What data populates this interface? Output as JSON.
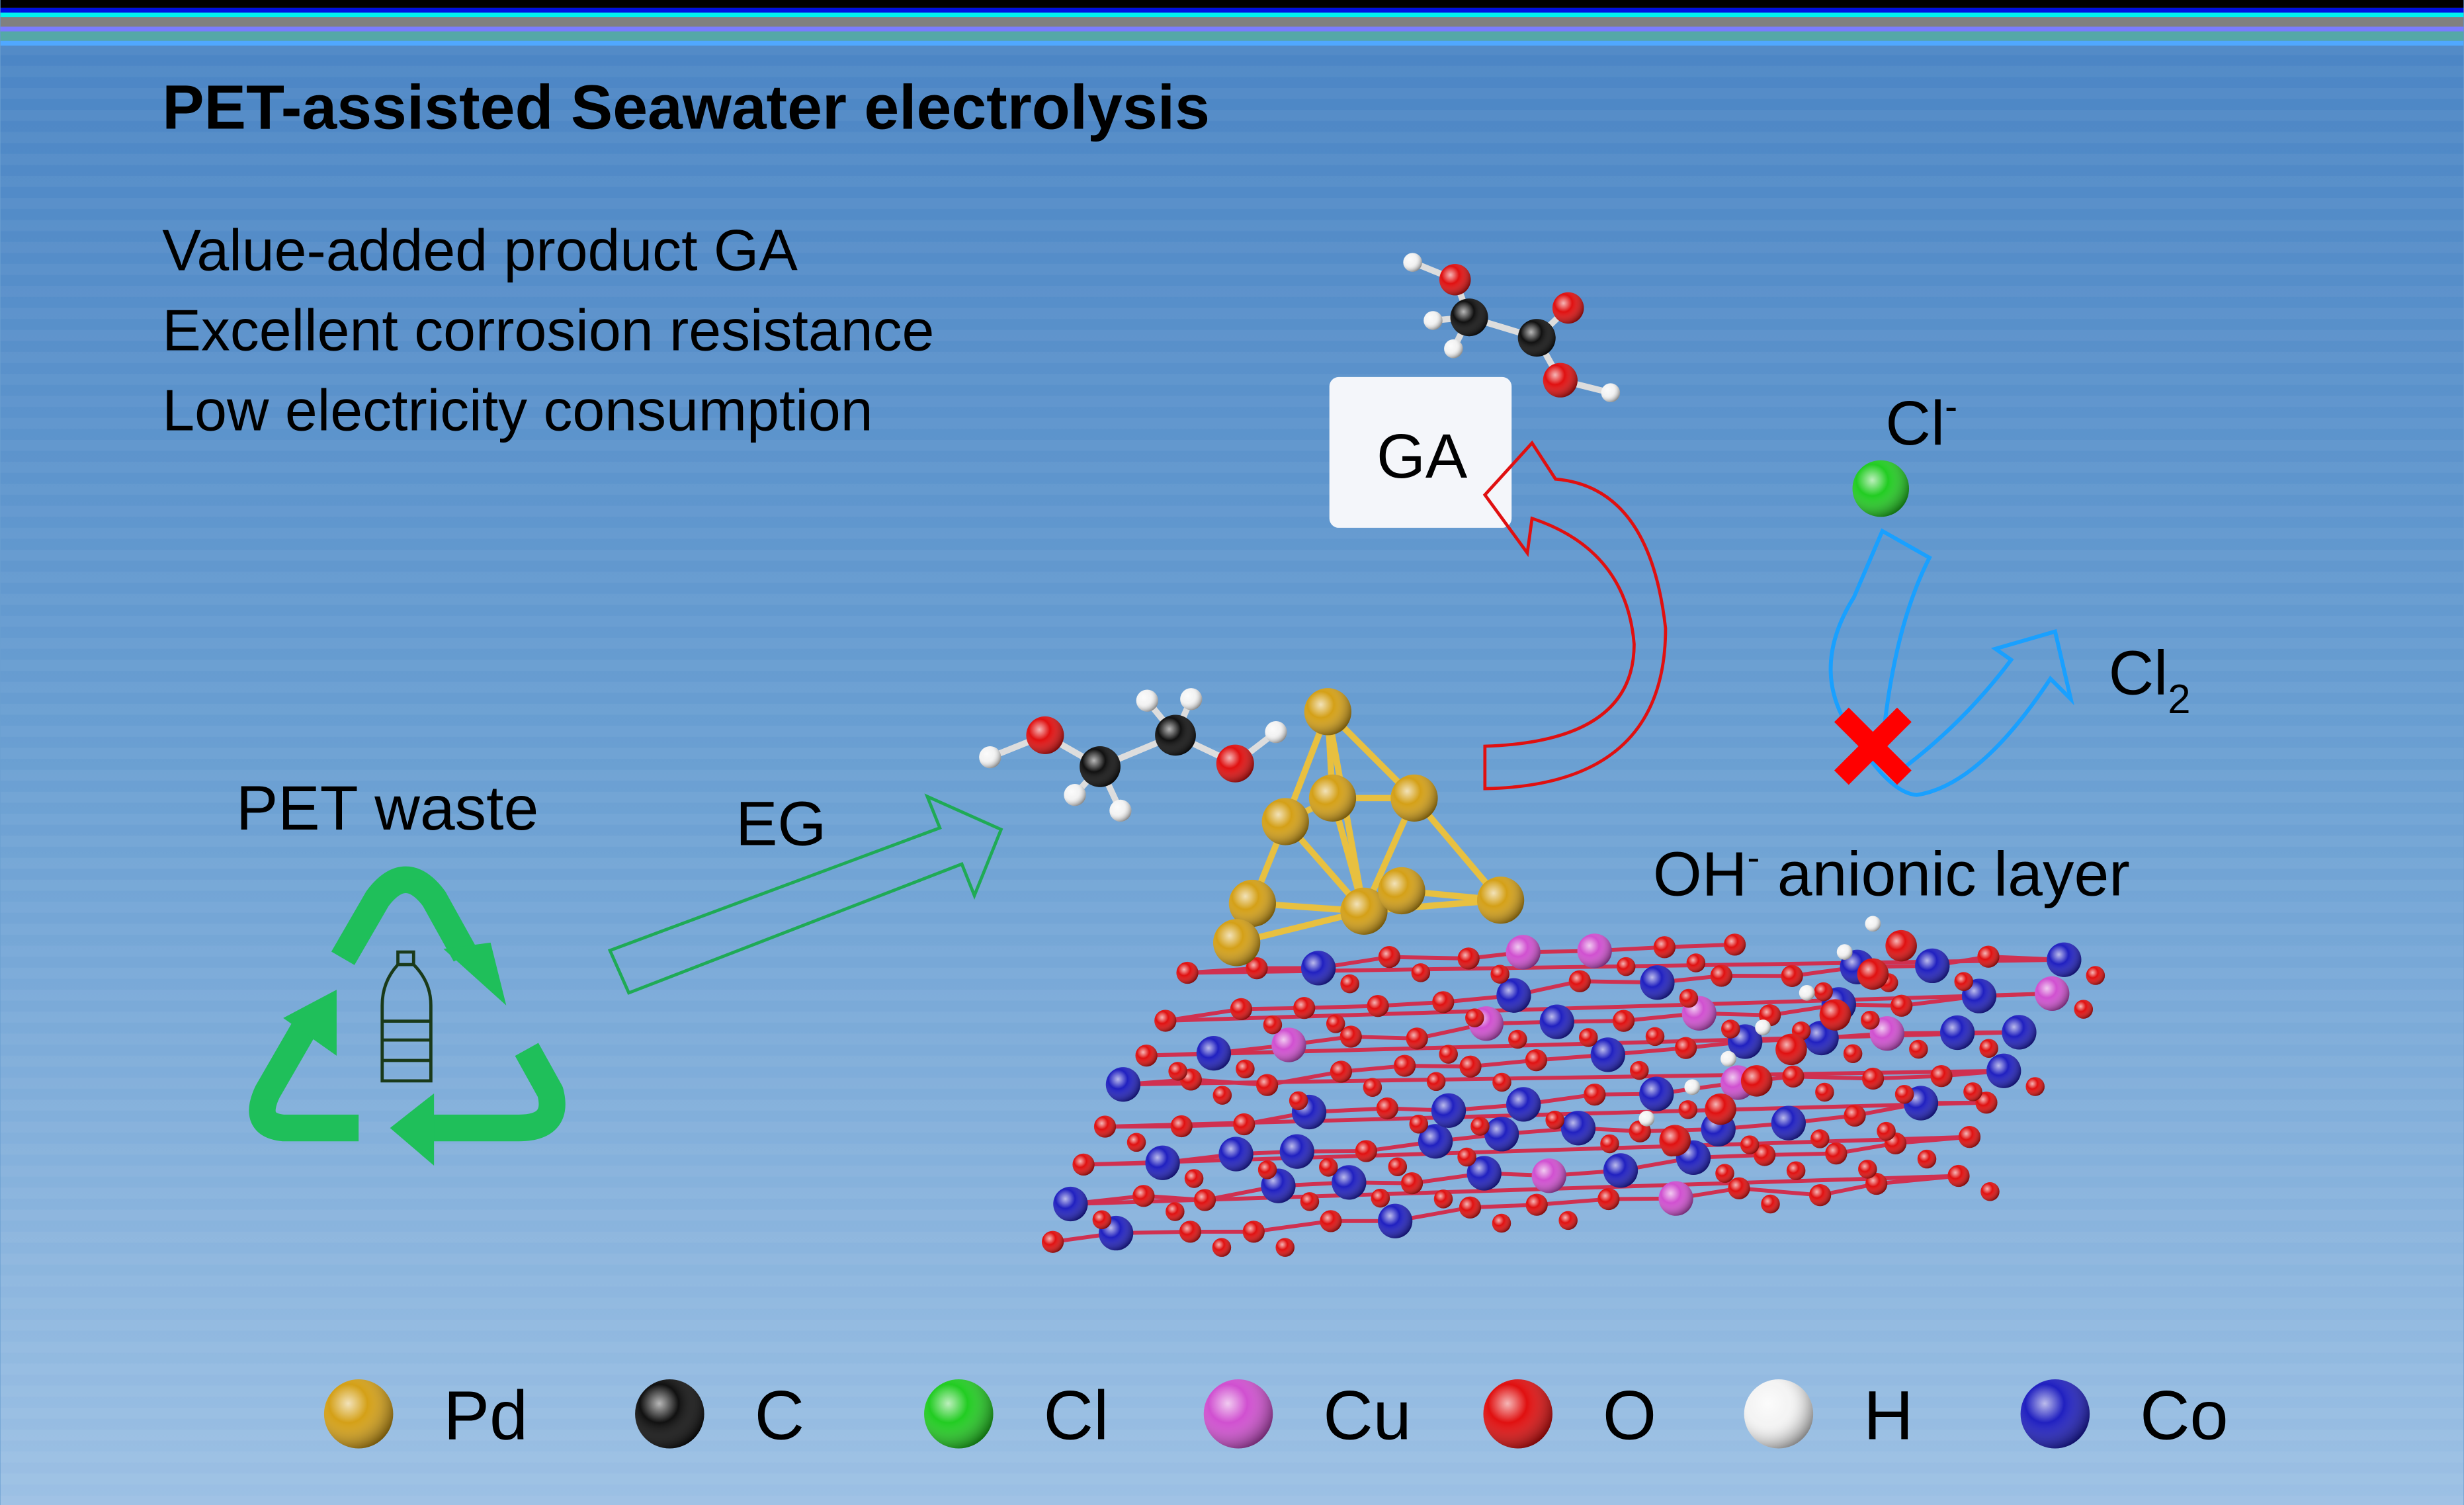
{
  "title": "PET-assisted Seawater electrolysis",
  "highlights": [
    "Value-added product GA",
    "Excellent corrosion resistance",
    "Low electricity consumption"
  ],
  "labels": {
    "pet_waste": "PET waste",
    "eg": "EG",
    "ga": "GA",
    "cl_ion": "Cl",
    "cl_ion_sup": "-",
    "cl2": "Cl",
    "cl2_sub": "2",
    "oh_layer_prefix": "OH",
    "oh_layer_sup": "-",
    "oh_layer_suffix": " anionic layer"
  },
  "legend": [
    {
      "symbol": "Pd",
      "color": "#d4a017"
    },
    {
      "symbol": "C",
      "color": "#111111"
    },
    {
      "symbol": "Cl",
      "color": "#22cc22"
    },
    {
      "symbol": "Cu",
      "color": "#d050d0"
    },
    {
      "symbol": "O",
      "color": "#e01010"
    },
    {
      "symbol": "H",
      "color": "#f4f4f4"
    },
    {
      "symbol": "Co",
      "color": "#2020c0"
    }
  ],
  "colors": {
    "recycle_green": "#1fbf5a",
    "eg_arrow": "#1faa55",
    "ga_arrow": "#e01010",
    "cl_arrow": "#19a0ff",
    "blocked_x": "#ff0000"
  }
}
